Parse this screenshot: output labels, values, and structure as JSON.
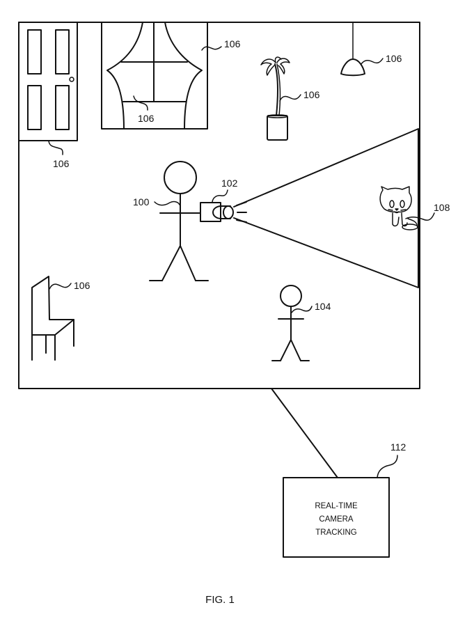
{
  "figure": {
    "caption": "FIG. 1",
    "room": {
      "objects": [
        {
          "name": "door",
          "ref": "106"
        },
        {
          "name": "window-with-curtains",
          "ref": "106"
        },
        {
          "name": "curtain",
          "ref": "106"
        },
        {
          "name": "potted-plant",
          "ref": "106"
        },
        {
          "name": "ceiling-lamp",
          "ref": "106"
        },
        {
          "name": "chair",
          "ref": "106"
        }
      ],
      "user": {
        "ref": "100"
      },
      "camera": {
        "ref": "102"
      },
      "other_person": {
        "ref": "104"
      },
      "cat": {
        "ref": "108"
      }
    },
    "tracking_box": {
      "ref": "112",
      "lines": [
        "REAL-TIME",
        "CAMERA",
        "TRACKING"
      ]
    }
  }
}
